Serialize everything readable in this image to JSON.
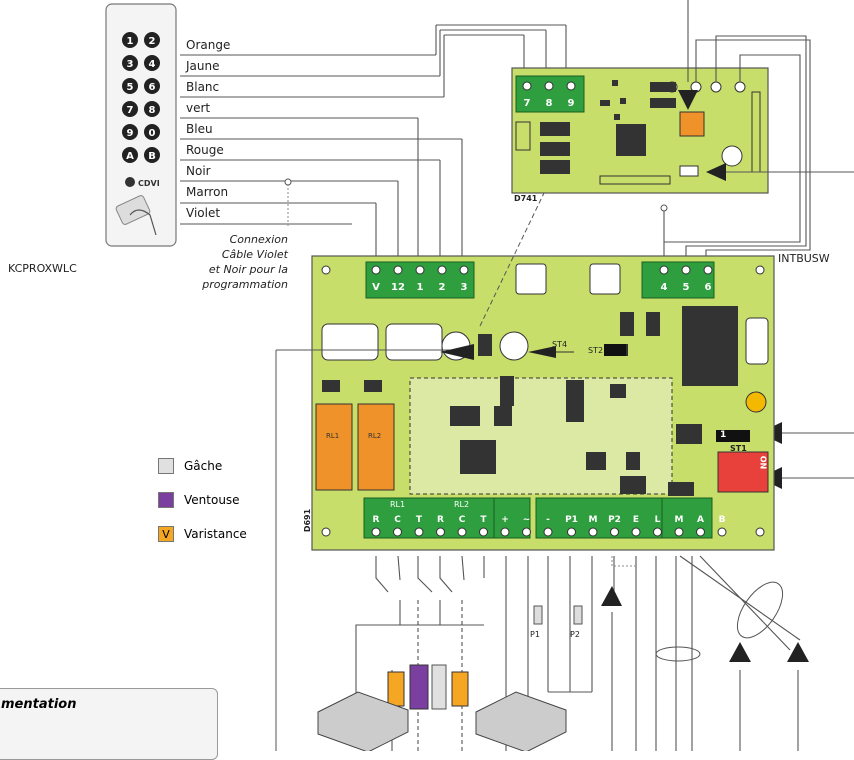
{
  "wires": [
    "Orange",
    "Jaune",
    "Blanc",
    "vert",
    "Bleu",
    "Rouge",
    "Noir",
    "Marron",
    "Violet"
  ],
  "note": [
    "Connexion",
    "Câble Violet",
    "et Noir pour la",
    "programmation"
  ],
  "labels": {
    "keypad": "KCPROXWLC",
    "intbus": "INTBUSW",
    "d741": "D741",
    "d691": "D691",
    "st1": "ST1",
    "st2": "ST2",
    "st4": "ST4",
    "rl1": "RL1",
    "rl2": "RL2",
    "p1": "P1",
    "p2": "P2",
    "logo": "CDVI",
    "dip_on": "ON",
    "st1_num": "1"
  },
  "terminals_top": [
    "V",
    "12",
    "1",
    "2",
    "3"
  ],
  "terminals_d741": [
    "7",
    "8",
    "9"
  ],
  "terminals_right": [
    "4",
    "5",
    "6"
  ],
  "terminals_bottom": [
    "R",
    "C",
    "T",
    "R",
    "C",
    "T",
    "+",
    "~",
    "-",
    "P1",
    "M",
    "P2",
    "E",
    "L",
    "M",
    "A",
    "B"
  ],
  "keys": [
    "1",
    "2",
    "3",
    "4",
    "5",
    "6",
    "7",
    "8",
    "9",
    "0",
    "A",
    "B"
  ],
  "legend": [
    {
      "label": "Gâche",
      "color": "#e0e0e0",
      "mark": ""
    },
    {
      "label": "Ventouse",
      "color": "#7b3fa0",
      "mark": ""
    },
    {
      "label": "Varistance",
      "color": "#f5a623",
      "mark": "V"
    }
  ],
  "bottom_title": "mentation",
  "colors": {
    "board": "#c8de6a",
    "terminal": "#2e9e3e",
    "relay": "#f0922a",
    "dip": "#e8403a"
  }
}
